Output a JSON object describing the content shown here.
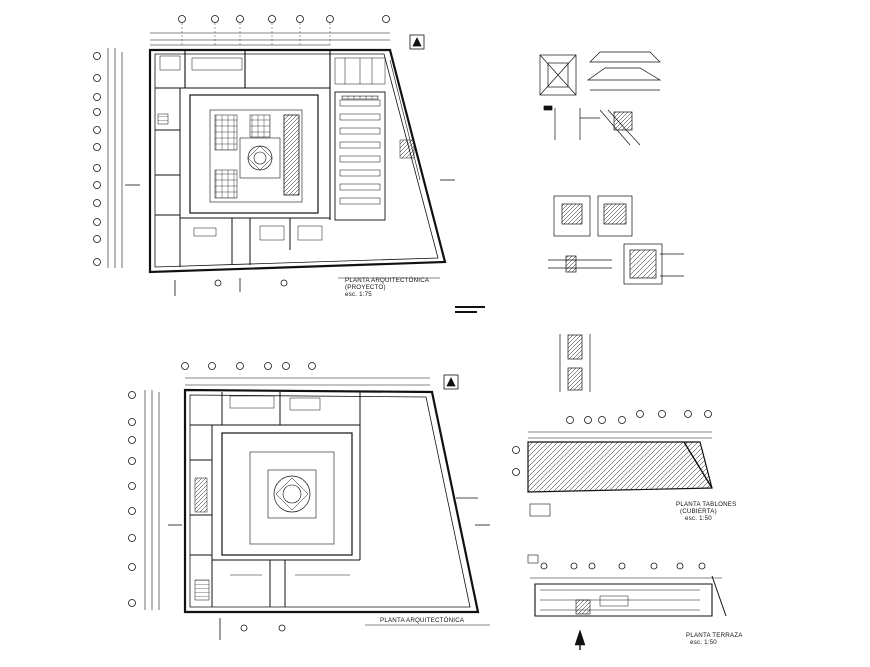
{
  "drawing": {
    "background": "#ffffff",
    "line_color": "#111111",
    "sheets": [
      {
        "title": "PLANTA ARQUITECTÓNICA",
        "subtitle": "(PROYECTO)",
        "scale": "esc. 1:75"
      },
      {
        "title": "PLANTA ARQUITECTÓNICA"
      },
      {
        "title": "PLANTA TABLONES",
        "subtitle": "(CUBIERTA)",
        "scale": "esc. 1:50"
      },
      {
        "title": "PLANTA TERRAZA",
        "scale": "esc. 1:50"
      }
    ]
  }
}
